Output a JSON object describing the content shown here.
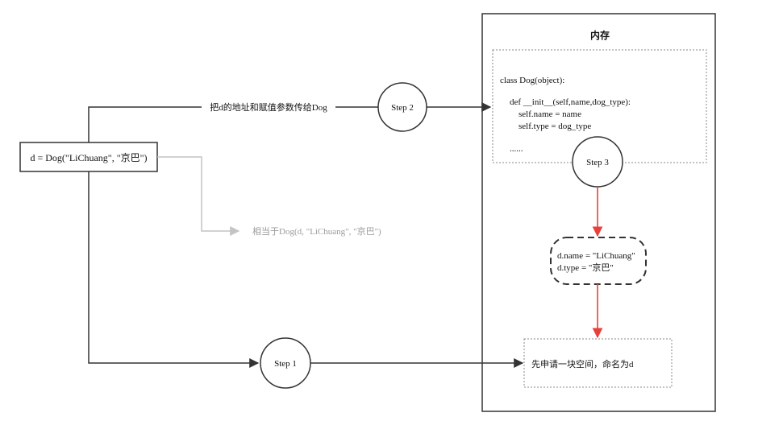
{
  "memory": {
    "title": "内存"
  },
  "call_box": {
    "text": "d = Dog(\"LiChuang\", \"京巴\")"
  },
  "class_box": {
    "lines": [
      "class Dog(object):",
      "def __init__(self,name,dog_type):",
      "self.name = name",
      "self.type = dog_type",
      "......"
    ]
  },
  "steps": {
    "step1": "Step 1",
    "step2": "Step 2",
    "step3": "Step 3"
  },
  "labels": {
    "pass_address": "把d的地址和赋值参数传给Dog",
    "equivalent": "相当于Dog(d, \"LiChuang\", \"京巴\")"
  },
  "attr_box": {
    "lines": [
      "d.name = \"LiChuang\"",
      "d.type = \"京巴\""
    ]
  },
  "alloc_box": {
    "text": "先申请一块空间，命名为d"
  },
  "colors": {
    "line": "#333333",
    "gray_line": "#bfbfbf",
    "red_arrow": "#e8413b",
    "gray_text": "#9a9a9a"
  }
}
